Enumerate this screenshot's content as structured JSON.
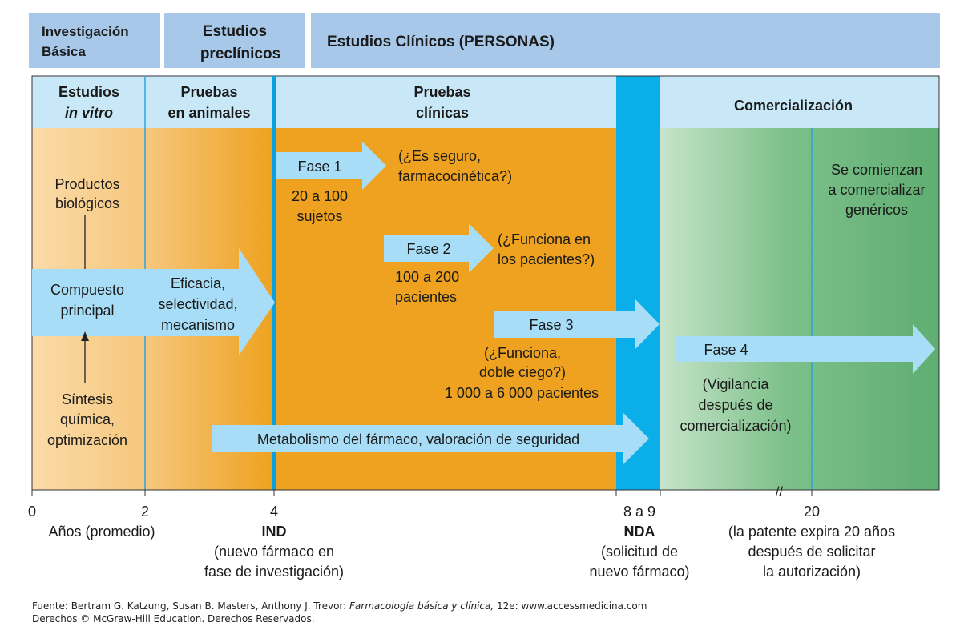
{
  "top_header": {
    "basic_research": [
      "Investigación",
      "Básica"
    ],
    "preclinical": [
      "Estudios",
      "preclínicos"
    ],
    "clinical": "Estudios Clínicos (PERSONAS)"
  },
  "columns": {
    "in_vitro": [
      "Estudios",
      "in vitro"
    ],
    "animal": [
      "Pruebas",
      "en animales"
    ],
    "clinical": [
      "Pruebas",
      "clínicas"
    ],
    "marketing": "Comercialización"
  },
  "left_items": {
    "biologics": [
      "Productos",
      "biológicos"
    ],
    "lead": [
      "Compuesto",
      "principal"
    ],
    "synthesis": [
      "Síntesis",
      "química,",
      "optimización"
    ]
  },
  "animal_arrow": [
    "Eficacia,",
    "selectividad,",
    "mecanismo"
  ],
  "phases": {
    "phase1": {
      "label": "Fase 1",
      "question": [
        "(¿Es seguro,",
        "farmacocinética?)"
      ],
      "subjects": [
        "20 a 100",
        "sujetos"
      ]
    },
    "phase2": {
      "label": "Fase 2",
      "question": [
        "(¿Funciona en",
        "los pacientes?)"
      ],
      "subjects": [
        "100 a 200",
        "pacientes"
      ]
    },
    "phase3": {
      "label": "Fase 3",
      "question": [
        "(¿Funciona,",
        "doble ciego?)"
      ],
      "subjects": "1 000 a 6 000 pacientes"
    },
    "phase4": {
      "label": "Fase 4",
      "question": [
        "(Vigilancia",
        "después de",
        "comercialización)"
      ]
    }
  },
  "metabolism": "Metabolismo del fármaco, valoración de seguridad",
  "generics": [
    "Se comienzan",
    "a comercializar",
    "genéricos"
  ],
  "axis": {
    "ticks": [
      "0",
      "2",
      "4",
      "8 a 9",
      "20"
    ],
    "years_label": "Años (promedio)",
    "ind": {
      "title": "IND",
      "desc": [
        "(nuevo fármaco en",
        "fase de investigación)"
      ]
    },
    "nda": {
      "title": "NDA",
      "desc": [
        "(solicitud de",
        "nuevo fármaco)"
      ]
    },
    "patent": [
      "(la patente expira 20 años",
      "después de solicitar",
      "la autorización)"
    ],
    "break_mark": "//"
  },
  "footer": {
    "source_prefix": "Fuente: Bertram G. Katzung, Susan B. Masters, Anthony J. Trevor: ",
    "source_title": "Farmacología básica y clínica,",
    "source_suffix": " 12e: www.accessmedicina.com",
    "rights": "Derechos © McGraw-Hill Education. Derechos Reservados."
  },
  "colors": {
    "header_blue": "#a7c8e8",
    "light_blue": "#c8e8f8",
    "arrow_blue": "#a8ddf7",
    "nda_blue": "#0aaee9",
    "orange": "#eea21f",
    "green": "#5fae72"
  }
}
